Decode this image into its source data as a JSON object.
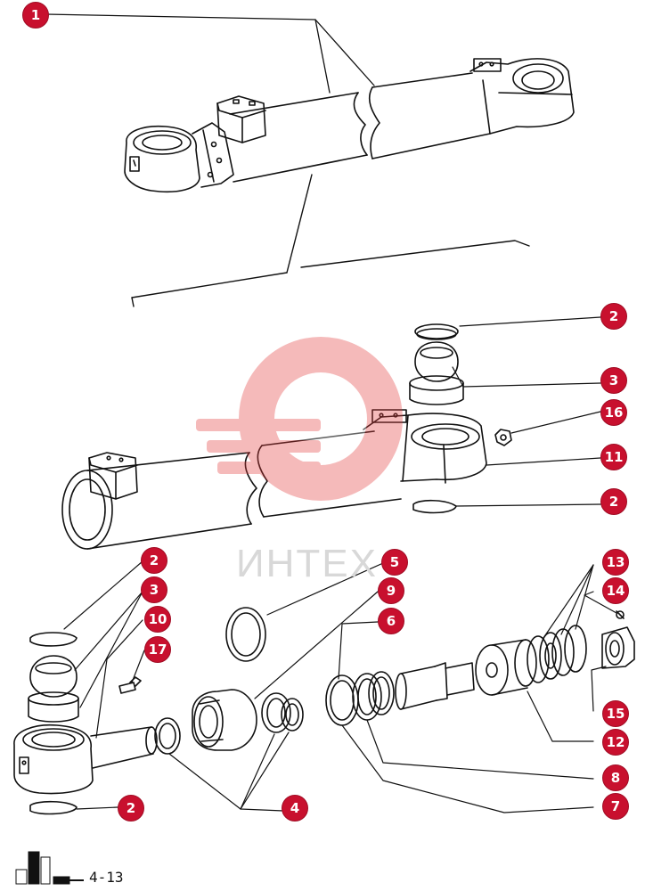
{
  "diagram": {
    "callouts": [
      "1",
      "2",
      "3",
      "16",
      "11",
      "2",
      "2",
      "3",
      "10",
      "17",
      "5",
      "9",
      "6",
      "13",
      "14",
      "15",
      "12",
      "8",
      "7",
      "4",
      "2"
    ],
    "watermark_text": "ИНТЕХ",
    "page_label": "4-13"
  },
  "colors": {
    "callout": "#c8102e",
    "line": "#111111",
    "watermark": "#f0b3b3"
  }
}
